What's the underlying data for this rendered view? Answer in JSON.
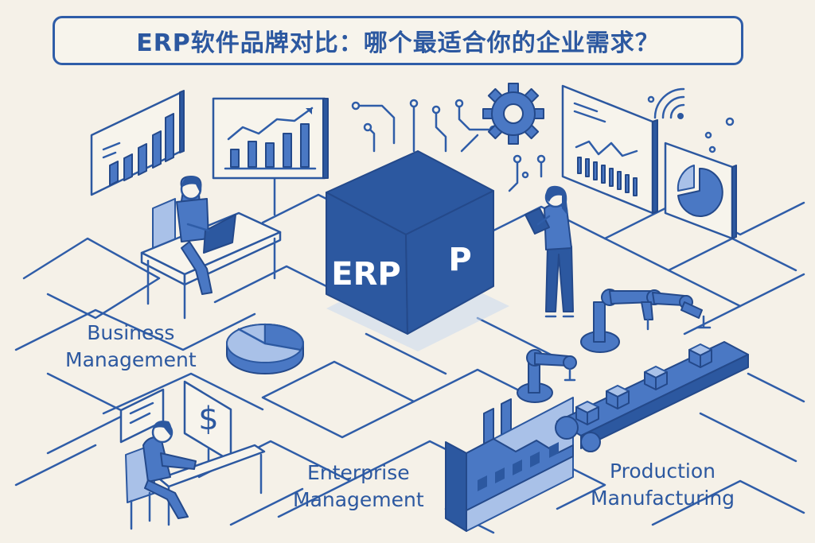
{
  "title": "ERP软件品牌对比：哪个最适合你的企业需求？",
  "cube": {
    "front_text": "ERP",
    "side_text": "P"
  },
  "labels": {
    "business_line1": "Business",
    "business_line2": "Management",
    "enterprise_line1": "Enterprise",
    "enterprise_line2": "Management",
    "production_line1": "Production",
    "production_line2": "Manufacturing"
  },
  "monitor_symbol": "$",
  "colors": {
    "primary": "#2c58a0",
    "mid": "#4a78c4",
    "light": "#a9c1e8",
    "background": "#f5f1e8"
  }
}
